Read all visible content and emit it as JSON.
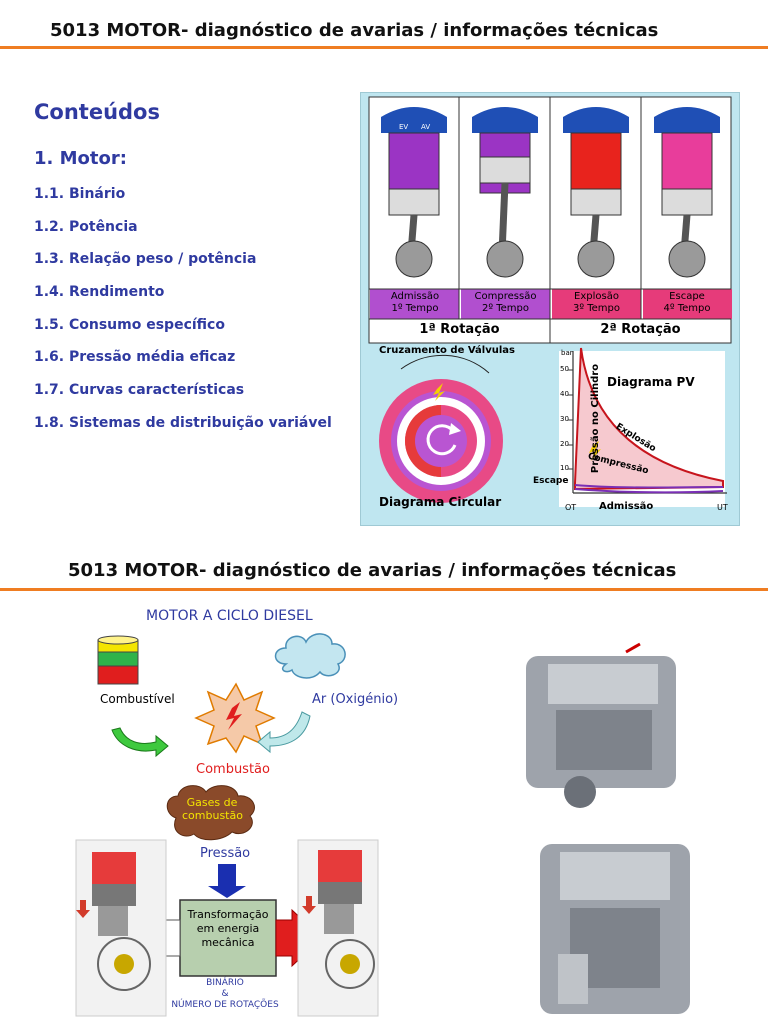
{
  "slide1": {
    "header": "5013    MOTOR- diagnóstico de avarias / informações técnicas",
    "toc": {
      "title": "Conteúdos",
      "heading": "1. Motor:",
      "items": [
        "1.1. Binário",
        "1.2. Potência",
        "1.3. Relação peso / potência",
        "1.4. Rendimento",
        "1.5. Consumo específico",
        "1.6. Pressão média eficaz",
        "1.7. Curvas características",
        "1.8. Sistemas de distribuição variável"
      ]
    },
    "strokes": [
      {
        "name": "Admissão",
        "time": "1º Tempo",
        "color": "#b14fcf"
      },
      {
        "name": "Compressão",
        "time": "2º Tempo",
        "color": "#b14fcf"
      },
      {
        "name": "Explosão",
        "time": "3º Tempo",
        "color": "#e63b7a"
      },
      {
        "name": "Escape",
        "time": "4º Tempo",
        "color": "#e63b7a"
      }
    ],
    "valve_labels": {
      "ev": "EV",
      "av": "AV"
    },
    "rotations": [
      "1ª Rotação",
      "2ª Rotação"
    ],
    "circular": {
      "top_label": "Cruzamento de Válvulas",
      "bottom_label": "Diagrama Circular"
    },
    "pv": {
      "title": "Diagrama PV",
      "y_unit": "bar",
      "y_label": "Pressão no Cilindro",
      "y_ticks": [
        "50",
        "40",
        "30",
        "20",
        "10"
      ],
      "x_left": "OT",
      "x_right": "UT",
      "x_label": "Admissão",
      "curve_labels": {
        "explosao": "Explosão",
        "compressao": "Compressão",
        "escape": "Escape"
      }
    }
  },
  "slide2": {
    "header": "5013    MOTOR- diagnóstico de avarias / informações técnicas",
    "title": "MOTOR A CICLO DIESEL",
    "fuel": "Combustível",
    "air": "Ar (Oxigénio)",
    "combustion": "Combustão",
    "gases": "Gases de combustão",
    "pressure": "Pressão",
    "transform": "Transformação em energia mecânica",
    "output": [
      "BINÁRIO",
      "&",
      "NÚMERO DE ROTAÇÕES"
    ],
    "colors": {
      "accent": "#ef7d22",
      "blue": "#2f3aa0"
    }
  }
}
